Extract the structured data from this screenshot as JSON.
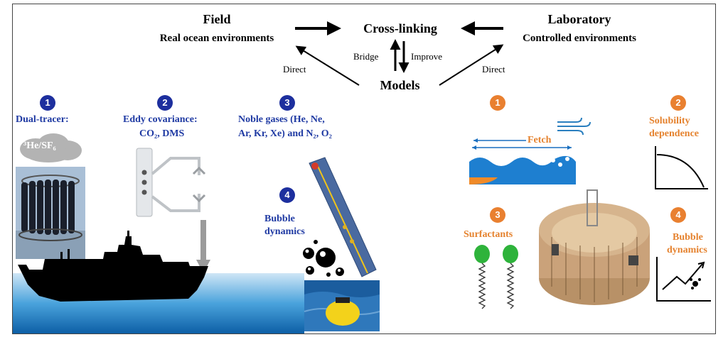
{
  "top": {
    "field_title": "Field",
    "field_sub": "Real ocean environments",
    "center_title": "Cross-linking",
    "lab_title": "Laboratory",
    "lab_sub": "Controlled environments",
    "bridge": "Bridge",
    "improve": "Improve",
    "direct_left": "Direct",
    "direct_right": "Direct",
    "models": "Models"
  },
  "field": {
    "items": [
      {
        "num": "1",
        "label": "Dual-tracer:",
        "extra": "³He/SF₆"
      },
      {
        "num": "2",
        "label_line1": "Eddy covariance:",
        "label_line2": "CO₂, DMS"
      },
      {
        "num": "3",
        "label_line1": "Noble gases (He, Ne,",
        "label_line2": "Ar, Kr, Xe) and N₂, O₂"
      },
      {
        "num": "4",
        "label_line1": "Bubble",
        "label_line2": "dynamics"
      }
    ]
  },
  "lab": {
    "items": [
      {
        "num": "1",
        "label": "Fetch"
      },
      {
        "num": "2",
        "label_line1": "Solubility",
        "label_line2": "dependence"
      },
      {
        "num": "3",
        "label": "Surfactants"
      },
      {
        "num": "4",
        "label_line1": "Bubble",
        "label_line2": "dynamics"
      }
    ]
  },
  "colors": {
    "field_blue": "#1f3aa3",
    "lab_orange": "#e5822e",
    "badge_blue": "#1d2f9e",
    "badge_orange": "#e98030"
  }
}
